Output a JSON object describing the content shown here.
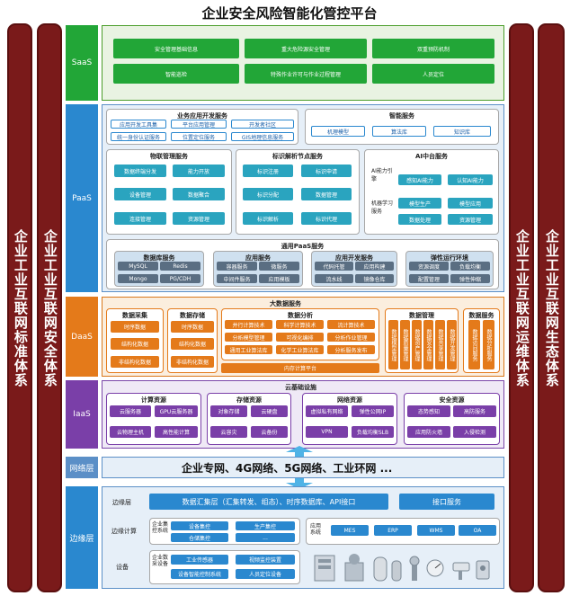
{
  "title": "企业安全风险智能化管控平台",
  "side_pillars": {
    "left_outer": "企业工业互联网标准体系",
    "left_inner": "企业工业互联网安全体系",
    "right_inner": "企业工业互联网运维体系",
    "right_outer": "企业工业互联网生态体系"
  },
  "layers": {
    "saas": "SaaS",
    "paas": "PaaS",
    "daas": "DaaS",
    "iaas": "IaaS",
    "network": "网络层",
    "edge": "边缘层"
  },
  "saas": {
    "row1": [
      "安全管理基础信息",
      "重大危险源安全管理",
      "双重预防机制"
    ],
    "row2": [
      "智能巡检",
      "特殊作业许可与作业过程管理",
      "人员定位"
    ]
  },
  "paas": {
    "biz_title": "业务应用开发服务",
    "biz_row1": [
      "应用开发工具集",
      "平台应用管理",
      "开发者社区"
    ],
    "biz_row2": [
      "统一身份认证服务",
      "位置定位服务",
      "GIS地理信息服务"
    ],
    "smart_title": "智能服务",
    "smart_items": [
      "机理模型",
      "算法库",
      "知识库"
    ],
    "iot_title": "物联管理服务",
    "iot_items": [
      "数据终端分发",
      "能力开放",
      "设备管理",
      "数据聚合",
      "连接管理",
      "资源管理"
    ],
    "id_title": "标识解析节点服务",
    "id_items": [
      "标识注册",
      "标识申请",
      "标识分配",
      "数据管理",
      "标识解析",
      "标识代理"
    ],
    "ai_title": "AI中台服务",
    "ai_group1": "AI能力引擎",
    "ai_group1_items": [
      "感知AI能力",
      "认知AI能力"
    ],
    "ai_group2": "机器学习服务",
    "ai_group2_items": [
      "模型生产",
      "模型应用",
      "数据处理",
      "资源管理"
    ],
    "common_title": "通用PaaS服务",
    "db_title": "数据库服务",
    "db_items": [
      "MySQL",
      "Redis",
      "Mongo",
      "PG/CDH"
    ],
    "app_title": "应用服务",
    "app_items": [
      "容器服务",
      "微服务",
      "中间件服务",
      "应用模板"
    ],
    "dev_title": "应用开发服务",
    "dev_items": [
      "代码托管",
      "应用构建",
      "流水线",
      "镜像仓库"
    ],
    "elastic_title": "弹性运行环境",
    "elastic_items": [
      "资源调度",
      "负载均衡",
      "配置管理",
      "弹性伸缩"
    ]
  },
  "daas": {
    "title": "大数据服务",
    "collect_title": "数据采集",
    "collect_items": [
      "时序数据",
      "结构化数据",
      "非结构化数据"
    ],
    "store_title": "数据存储",
    "store_items": [
      "时序数据",
      "结构化数据",
      "非结构化数据"
    ],
    "analysis_title": "数据分析",
    "analysis_items": [
      "并行计算技术",
      "科学计算技术",
      "流计算技术",
      "分析模型管理",
      "可视化编排",
      "分析作业管理",
      "通用工业算法库",
      "化学工业算法库",
      "分析服务发布"
    ],
    "platform": "内存计算平台",
    "manage_title": "数据管理",
    "manage_items": [
      "数据模型管理",
      "数据质量管理",
      "数据资产管理",
      "数据安全管理",
      "数据共享管理",
      "数据开发管理"
    ],
    "service_title": "数据服务",
    "service_items": [
      "数据访问服务",
      "数据分析服务"
    ]
  },
  "iaas": {
    "title": "云基础设施",
    "compute_title": "计算资源",
    "compute_items": [
      "云服务器",
      "GPU云服务器",
      "云物理主机",
      "高性能计算"
    ],
    "storage_title": "存储资源",
    "storage_items": [
      "对象存储",
      "云硬盘",
      "云容灾",
      "云备份"
    ],
    "network_title": "网络资源",
    "network_items": [
      "虚拟私有网络",
      "弹性公网IP",
      "VPN",
      "负载均衡SLB"
    ],
    "security_title": "安全资源",
    "security_items": [
      "态势感知",
      "高防服务",
      "应用防火墙",
      "入侵检测"
    ]
  },
  "network": {
    "text": "企业专网、4G网络、5G网络、工业环网 ..."
  },
  "edge": {
    "edge_layer_label": "边缘层",
    "edge_layer_main": "数据汇集层（汇集转发、组态）、时序数据库、API接口",
    "edge_layer_side": "接口服务",
    "compute_label": "边缘计算",
    "control_label": "企业集控系统",
    "control_items": [
      "设备集控",
      "生产集控",
      "仓储集控",
      "..."
    ],
    "app_label": "应用系统",
    "app_items": [
      "MES",
      "ERP",
      "WMS",
      "OA"
    ],
    "device_label": "设备",
    "dev_group_label": "企业数采设备",
    "dev_items": [
      "工业传感器",
      "视频监控装置",
      "设备智能控制系统",
      "人员定位设备"
    ]
  },
  "colors": {
    "pillar": "#7a1a1a",
    "saas": "#22a637",
    "paas": "#2a88cf",
    "daas": "#e47a1a",
    "iaas": "#7a3fa8",
    "network": "#5b8fc7"
  }
}
